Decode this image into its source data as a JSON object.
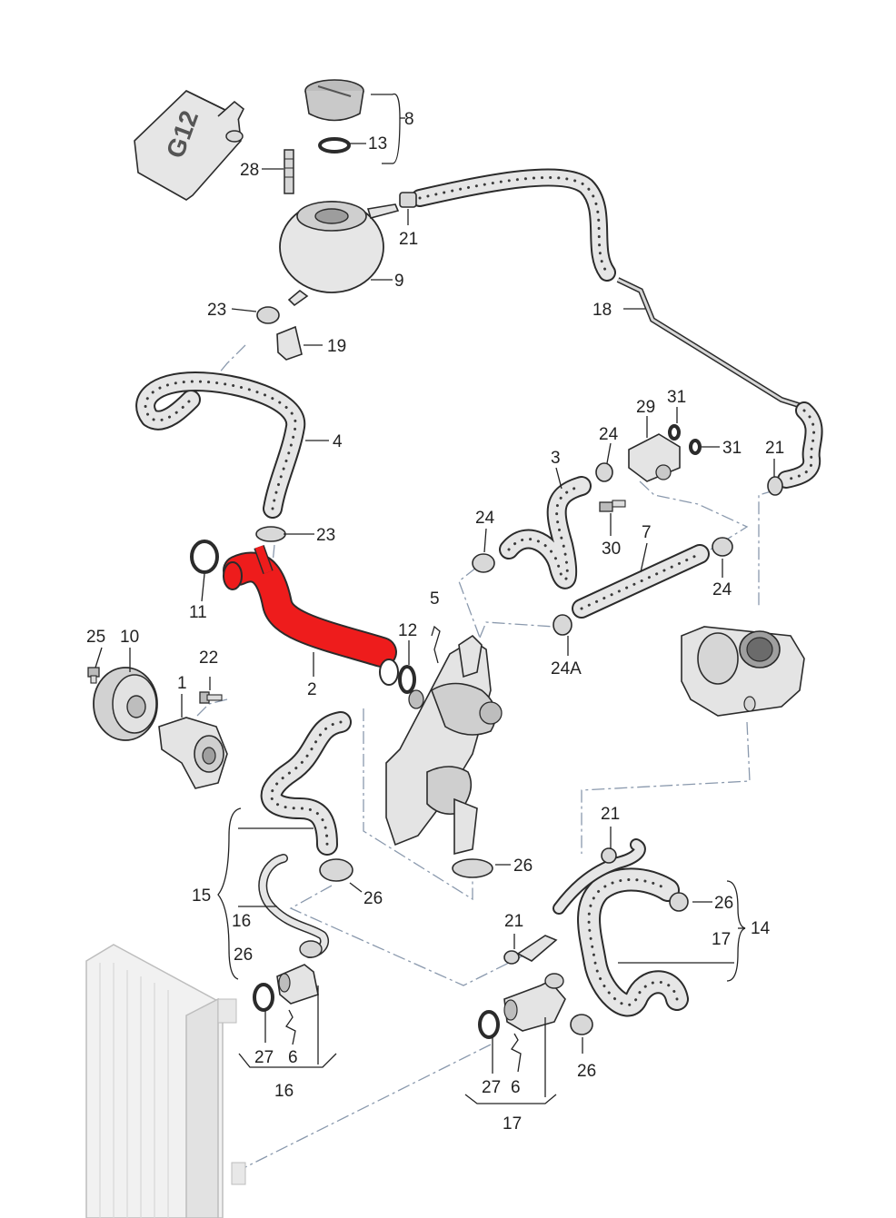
{
  "callouts": {
    "c1": "1",
    "c2": "2",
    "c3": "3",
    "c4": "4",
    "c5": "5",
    "c6a": "6",
    "c6b": "6",
    "c7": "7",
    "c8": "8",
    "c9": "9",
    "c10": "10",
    "c11": "11",
    "c12": "12",
    "c13": "13",
    "c14": "14",
    "c15": "15",
    "c16a": "16",
    "c16b": "16",
    "c17a": "17",
    "c17b": "17",
    "c18": "18",
    "c19": "19",
    "c21a": "21",
    "c21b": "21",
    "c21c": "21",
    "c21d": "21",
    "c22": "22",
    "c23a": "23",
    "c23b": "23",
    "c24a": "24",
    "c24b": "24",
    "c24c": "24",
    "c24A": "24A",
    "c25": "25",
    "c26a": "26",
    "c26b": "26",
    "c26c": "26",
    "c26d": "26",
    "c26e": "26",
    "c27a": "27",
    "c27b": "27",
    "c28": "28",
    "c29": "29",
    "c30": "30",
    "c31a": "31",
    "c31b": "31"
  },
  "can_label": "G12",
  "colors": {
    "highlight": "#ee1c1c",
    "hose": "#e6e6e6",
    "outline": "#2b2b2b",
    "dashed_link": "#8a99ad"
  }
}
